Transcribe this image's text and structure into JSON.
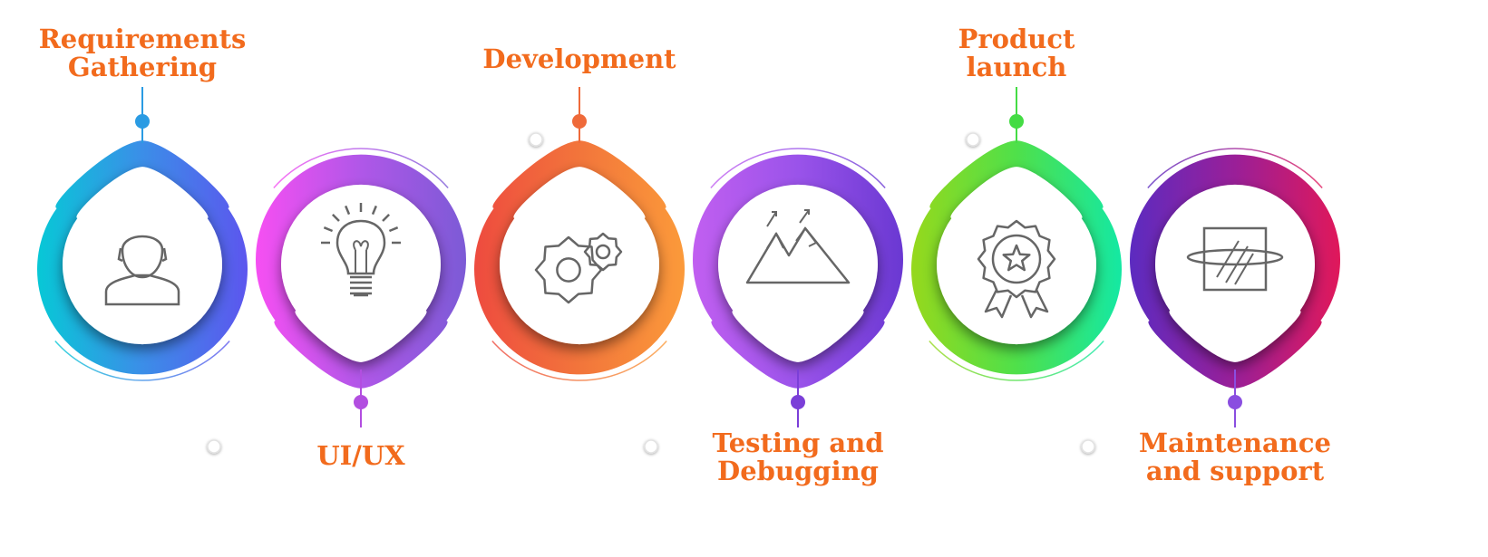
{
  "steps": [
    {
      "label_lines": [
        "Requirements",
        "Gathering"
      ],
      "icon": "user-icon",
      "label_position": "top",
      "colors": [
        "#07c8d6",
        "#3b8ee8",
        "#5c56ee"
      ],
      "dot_color": "#2a9be3"
    },
    {
      "label_lines": [
        "UI/UX"
      ],
      "icon": "lightbulb-icon",
      "label_position": "bottom",
      "colors": [
        "#f64ff2",
        "#b057e8",
        "#7c5ad6"
      ],
      "dot_color": "#b24ee0"
    },
    {
      "label_lines": [
        "Development"
      ],
      "icon": "gears-icon",
      "label_position": "top",
      "colors": [
        "#ee4b3f",
        "#f2753b",
        "#fb9a3a"
      ],
      "dot_color": "#ef6a3a"
    },
    {
      "label_lines": [
        "Testing and",
        "Debugging"
      ],
      "icon": "mountains-icon",
      "label_position": "bottom",
      "colors": [
        "#c15ff0",
        "#9a53ea",
        "#6a38d2"
      ],
      "dot_color": "#7b3fd8"
    },
    {
      "label_lines": [
        "Product",
        "launch"
      ],
      "icon": "award-badge-icon",
      "label_position": "top",
      "colors": [
        "#96d81c",
        "#4fe04a",
        "#14e8a3"
      ],
      "dot_color": "#44dc44"
    },
    {
      "label_lines": [
        "Maintenance",
        "and support"
      ],
      "icon": "glass-pane-icon",
      "label_position": "bottom",
      "colors": [
        "#5c2bc0",
        "#9a1f98",
        "#e0185a"
      ],
      "dot_color": "#8a4ee0"
    }
  ],
  "label_color": "#f26b1d"
}
